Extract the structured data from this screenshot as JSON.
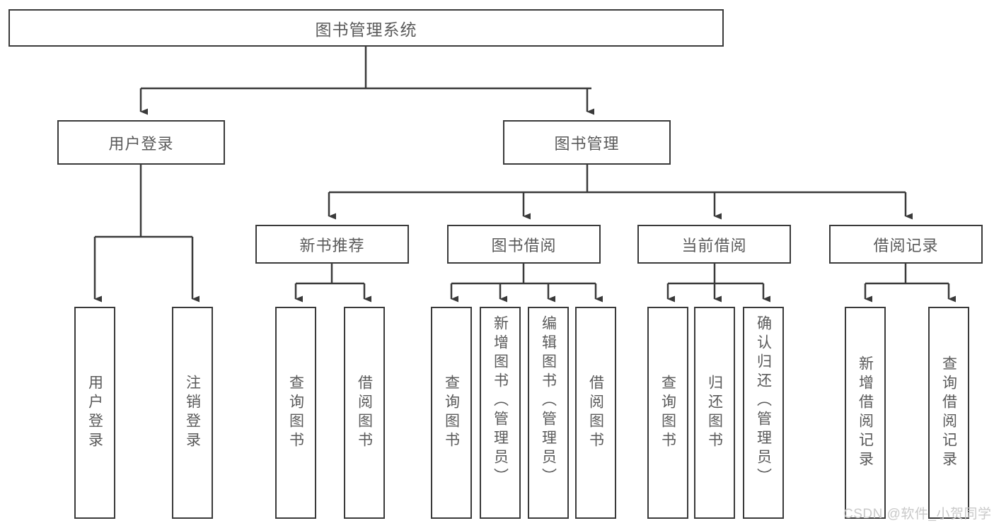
{
  "diagram": {
    "title": "图书管理系统",
    "type": "tree-hierarchy",
    "watermark": "CSDN @软件_小贺同学",
    "colors": {
      "box_border": "#3a3a3a",
      "box_fill": "#ffffff",
      "text": "#5a5a5a",
      "connector": "#3a3a3a",
      "watermark": "#c9c9c9"
    },
    "root": {
      "label": "图书管理系统"
    },
    "level2": [
      {
        "label": "用户登录"
      },
      {
        "label": "图书管理"
      }
    ],
    "level3": [
      {
        "label": "新书推荐"
      },
      {
        "label": "图书借阅"
      },
      {
        "label": "当前借阅"
      },
      {
        "label": "借阅记录"
      }
    ],
    "leaves": {
      "user_login": [
        {
          "label": "用户登录"
        },
        {
          "label": "注销登录"
        }
      ],
      "new_book_recommend": [
        {
          "label": "查询图书"
        },
        {
          "label": "借阅图书"
        }
      ],
      "book_borrow": [
        {
          "label": "查询图书"
        },
        {
          "label": "新增图书（管理员）"
        },
        {
          "label": "编辑图书（管理员）"
        },
        {
          "label": "借阅图书"
        }
      ],
      "current_borrow": [
        {
          "label": "查询图书"
        },
        {
          "label": "归还图书"
        },
        {
          "label": "确认归还（管理员）"
        }
      ],
      "borrow_record": [
        {
          "label": "新增借阅记录"
        },
        {
          "label": "查询借阅记录"
        }
      ]
    }
  }
}
